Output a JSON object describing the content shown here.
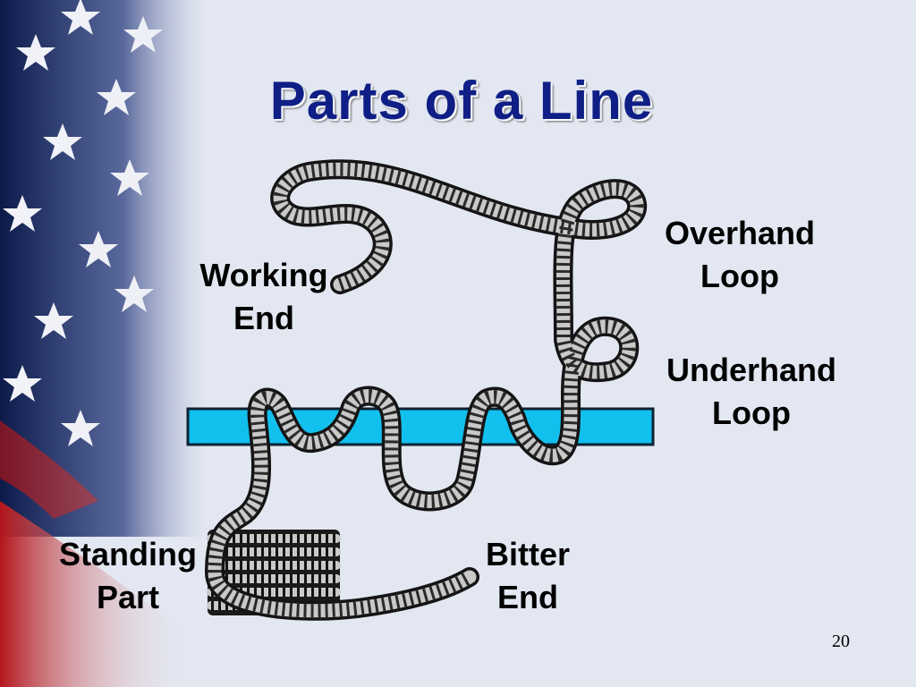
{
  "slide": {
    "title": "Parts of a Line",
    "page_number": "20"
  },
  "labels": {
    "working_end": [
      "Working",
      "End"
    ],
    "overhand_loop": [
      "Overhand",
      "Loop"
    ],
    "underhand_loop": [
      "Underhand",
      "Loop"
    ],
    "standing_part": [
      "Standing",
      "Part"
    ],
    "bitter_end": [
      "Bitter",
      "End"
    ]
  },
  "colors": {
    "title": "#0f1f86",
    "background": "#e3e7f1",
    "spar": "#12c0ee",
    "rope_light": "#c9c9c9",
    "rope_dark": "#141414"
  },
  "decor": {
    "background_image": "american-flag-fade"
  }
}
